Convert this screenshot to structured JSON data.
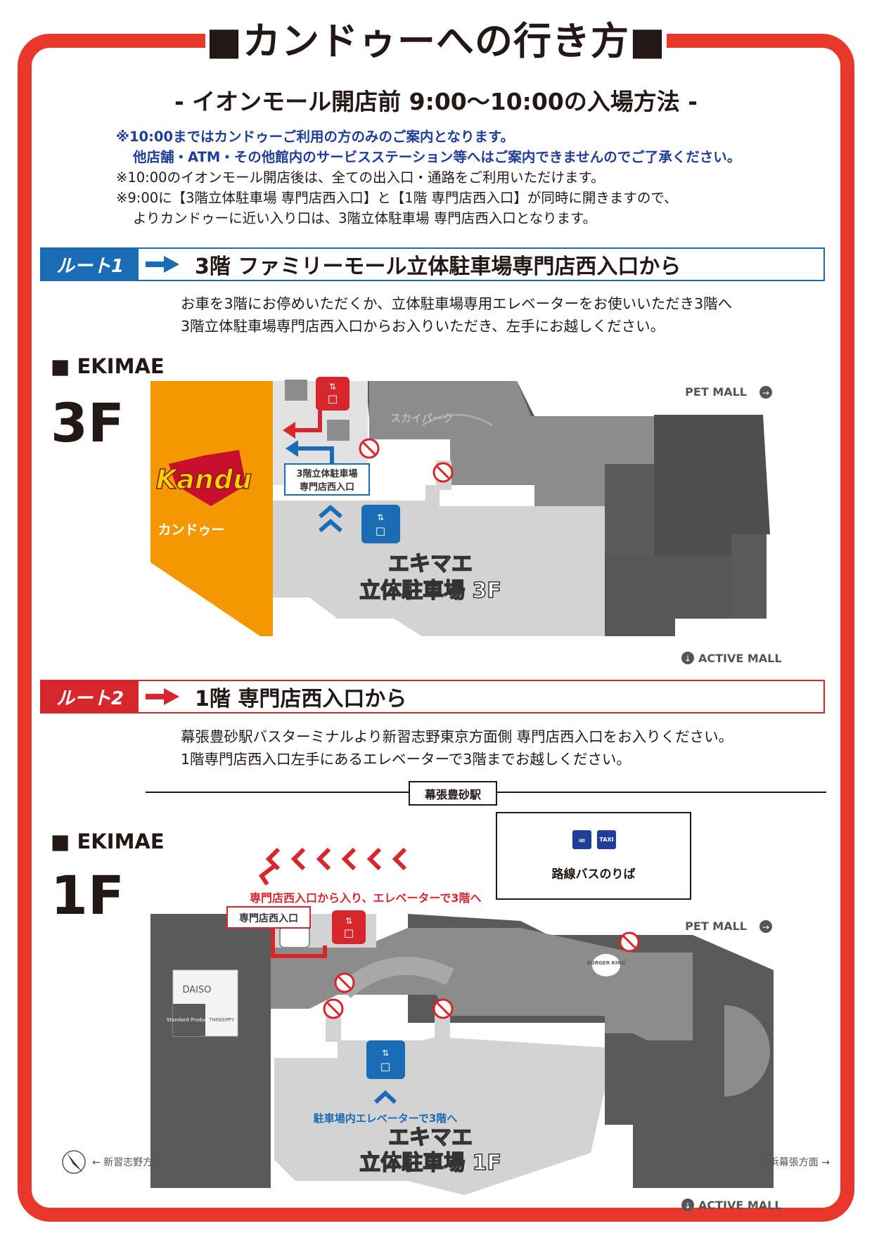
{
  "title": "■カンドゥーへの行き方■",
  "subtitle": "-  イオンモール開店前  9:00〜10:00の入場方法  -",
  "notes": {
    "n1": "※10:00まではカンドゥーご利用の方のみのご案内となります。",
    "n2": "他店舗・ATM・その他館内のサービスステーション等へはご案内できませんのでご了承ください。",
    "n3": "※10:00のイオンモール開店後は、全ての出入口・通路をご利用いただけます。",
    "n4": "※9:00に【3階立体駐車場  専門店西入口】と【1階  専門店西入口】が同時に開きますので、",
    "n5": "よりカンドゥーに近い入り口は、3階立体駐車場  専門店西入口となります。"
  },
  "route1": {
    "tag": "ルート1",
    "title": "3階  ファミリーモール立体駐車場専門店西入口から",
    "d1": "お車を3階にお停めいただくか、立体駐車場専用エレベーターをお使いいただき3階へ",
    "d2": "3階立体駐車場専門店西入口からお入りいただき、左手にお越しください。"
  },
  "route2": {
    "tag": "ルート2",
    "title": "1階  専門店西入口から",
    "d1": "幕張豊砂駅バスターミナルより新習志野東京方面側 専門店西入口をお入りください。",
    "d2": "1階専門店西入口左手にあるエレベーターで3階までお越しください。"
  },
  "map3f": {
    "area": "■  EKIMAE",
    "floor": "3F",
    "kandu_logo": "Kandu",
    "kandu": "カンドゥー",
    "skypark": "スカイパーク",
    "entrance1": "3階立体駐車場",
    "entrance2": "専門店西入口",
    "parking1": "エキマエ",
    "parking2": "立体駐車場 3F",
    "pet": "PET MALL",
    "active": "ACTIVE MALL"
  },
  "map1f": {
    "area": "■  EKIMAE",
    "floor": "1F",
    "station": "幕張豊砂駅",
    "bus": "路線バスのりば",
    "bus_icon": "bus-icon",
    "taxi_icon": "TAXI",
    "instruction": "専門店西入口から入り、エレベーターで3階へ",
    "entrance": "専門店西入口",
    "daiso": "DAISO",
    "standard": "Standard Products",
    "threeppy": "THREEPPY",
    "burger": "BURGER KING",
    "pet": "PET MALL",
    "active": "ACTIVE MALL",
    "elevator_note": "駐車場内エレベーターで3階へ",
    "parking1": "エキマエ",
    "parking2": "立体駐車場 1F",
    "left_dir": "← 新習志野方面",
    "right_dir": "海浜幕張方面 →"
  },
  "colors": {
    "frame": "#e8382b",
    "blue": "#1a6cb5",
    "red": "#d7262c",
    "orange": "#f39800",
    "dark": "#5a5a5a",
    "mid": "#8c8c8c",
    "light": "#d3d3d3"
  }
}
